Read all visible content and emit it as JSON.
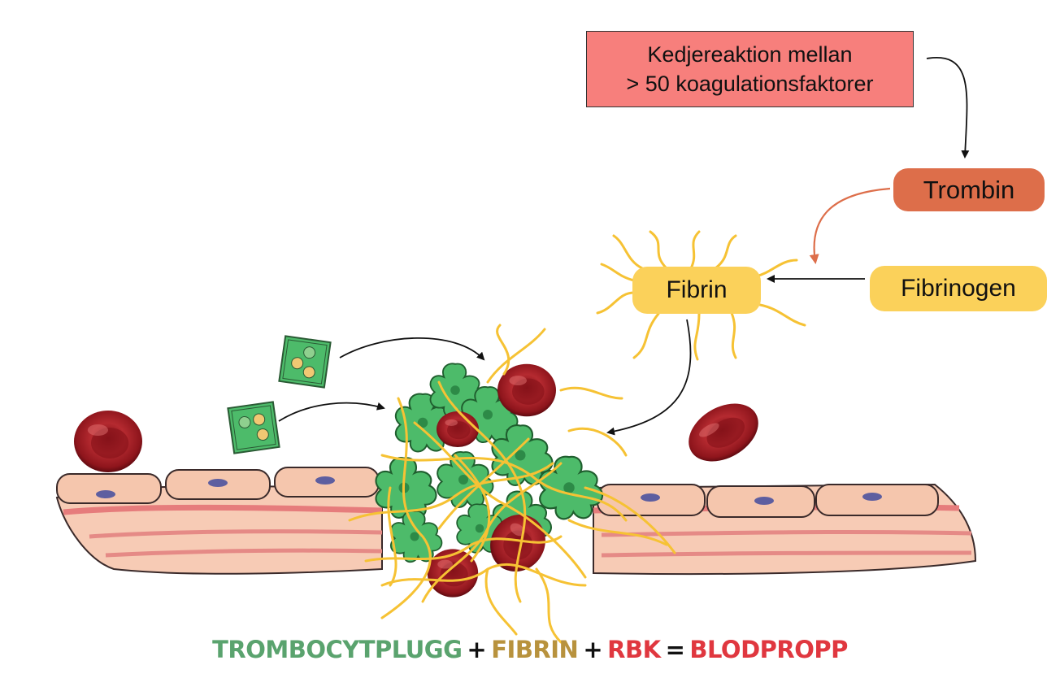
{
  "boxes": {
    "kedjereaktion_line1": "Kedjereaktion mellan",
    "kedjereaktion_line2": "> 50 koagulationsfaktorer",
    "trombin": "Trombin",
    "fibrin": "Fibrin",
    "fibrinogen": "Fibrinogen"
  },
  "equation": {
    "platelet_plug": "TROMBOCYTPLUGG",
    "plus1": "+",
    "fibrin": "FIBRIN",
    "plus2": "+",
    "rbk": "RBK",
    "equals": "=",
    "result": "BLODPROPP"
  },
  "colors": {
    "kedje_box": "#f77f7c",
    "trombin_box": "#dd6e4a",
    "fibrin_box": "#fbd15a",
    "platelet": "#4dbb6a",
    "red_blood_cell": "#a81f26",
    "vessel_wall": "#f6c2aa",
    "platelet_text": "#5aa36e",
    "fibrin_text": "#b8923d",
    "rbk_text": "#e0373f"
  }
}
